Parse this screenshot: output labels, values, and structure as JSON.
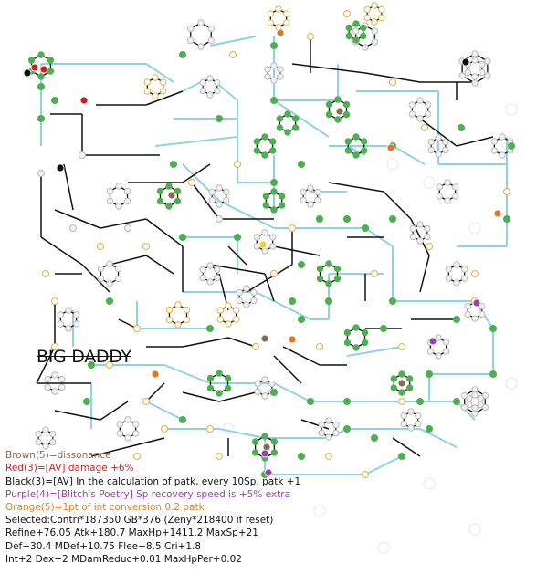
{
  "title": "BIG DADDY",
  "legend": [
    {
      "text": "Brown(5)=dissonance",
      "color": "#8a6a52"
    },
    {
      "text": "Red(3)=[AV] damage +6%",
      "color": "#cc1f1f"
    },
    {
      "text": "Black(3)=[AV] In the calculation of patk, every 10Sp, patk +1",
      "color": "#111111"
    },
    {
      "text": "Purple(4)=[Blitch's Poetry] Sp recovery speed is +5% extra",
      "color": "#9c3fb0"
    },
    {
      "text": "Orange(5)=1pt of int conversion 0.2 patk",
      "color": "#e0802a"
    }
  ],
  "stats": [
    "Selected:Contri*187350 GB*376 (Zeny*218400 if reset)",
    "Refine+76.05 Atk+180.7 MaxHp+1411.2 MaxSp+21",
    "Def+30.4 MDef+10.75 Flee+8.5 Cri+1.8",
    "Int+2 Dex+2 MDamReduc+0.01 MaxHpPer+0.02"
  ],
  "colors": {
    "line_black": "#111111",
    "line_blue": "#8ed2e4",
    "node_green": "#4cb050",
    "node_white": "#f2f2f2",
    "node_orange_ring": "#e8b04a",
    "node_orange": "#e8741f",
    "node_red": "#d41a1a",
    "node_black": "#111111",
    "node_brown": "#8a6a52",
    "node_purple": "#9c3fb0",
    "node_yellow": "#f2d21a"
  }
}
